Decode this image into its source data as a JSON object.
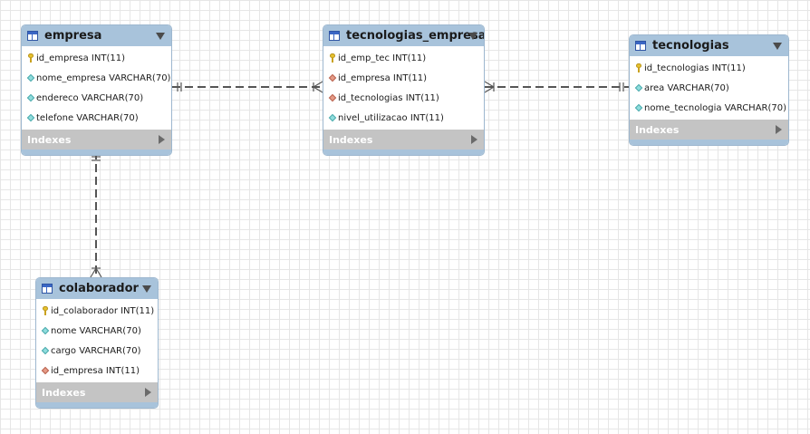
{
  "tables": [
    {
      "title": "empresa",
      "columns": [
        {
          "text": "id_empresa INT(11)",
          "type": "pk"
        },
        {
          "text": "nome_empresa VARCHAR(70)",
          "type": "plain"
        },
        {
          "text": "endereco VARCHAR(70)",
          "type": "plain"
        },
        {
          "text": "telefone VARCHAR(70)",
          "type": "plain"
        }
      ],
      "footer": "Indexes"
    },
    {
      "title": "tecnologias_empresa",
      "columns": [
        {
          "text": "id_emp_tec INT(11)",
          "type": "pk"
        },
        {
          "text": "id_empresa INT(11)",
          "type": "fk"
        },
        {
          "text": "id_tecnologias INT(11)",
          "type": "fk"
        },
        {
          "text": "nivel_utilizacao INT(11)",
          "type": "plain"
        }
      ],
      "footer": "Indexes"
    },
    {
      "title": "tecnologias",
      "columns": [
        {
          "text": "id_tecnologias INT(11)",
          "type": "pk"
        },
        {
          "text": "area VARCHAR(70)",
          "type": "plain"
        },
        {
          "text": "nome_tecnologia VARCHAR(70)",
          "type": "plain"
        }
      ],
      "footer": "Indexes"
    },
    {
      "title": "colaborador",
      "columns": [
        {
          "text": "id_colaborador INT(11)",
          "type": "pk"
        },
        {
          "text": "nome VARCHAR(70)",
          "type": "plain"
        },
        {
          "text": "cargo VARCHAR(70)",
          "type": "plain"
        },
        {
          "text": "id_empresa INT(11)",
          "type": "fk"
        }
      ],
      "footer": "Indexes"
    }
  ],
  "relationships": [
    {
      "from": "empresa",
      "to": "tecnologias_empresa",
      "from_cardinality": "one",
      "to_cardinality": "many",
      "style": "dashed"
    },
    {
      "from": "tecnologias",
      "to": "tecnologias_empresa",
      "from_cardinality": "one",
      "to_cardinality": "many",
      "style": "dashed"
    },
    {
      "from": "empresa",
      "to": "colaborador",
      "from_cardinality": "one",
      "to_cardinality": "many",
      "style": "dashed"
    }
  ],
  "colors": {
    "header": "#a8c3db",
    "border": "#9db7cf",
    "footer": "#c4c4c4",
    "grid": "#e6e6e6",
    "line": "#555555",
    "fk_marker": "#e59a86",
    "column_marker": "#8fdcdc",
    "pk_marker": "#e6c12e"
  }
}
